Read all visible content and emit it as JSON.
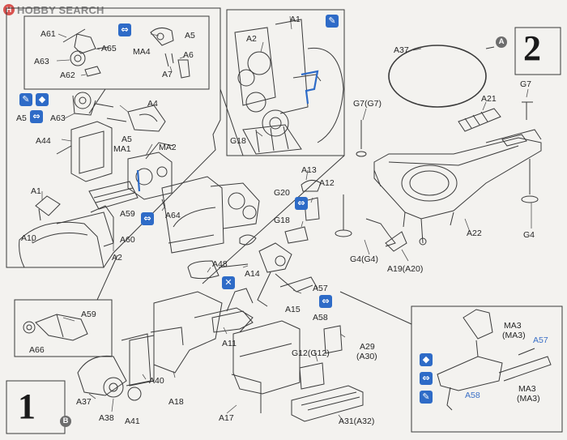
{
  "watermark": {
    "text": "HOBBY SEARCH"
  },
  "steps": {
    "step1": "1",
    "step2": "2",
    "step1_badge": "B",
    "step2_badge": "A"
  },
  "labels": {
    "A61": "A61",
    "A65": "A65",
    "MA4": "MA4",
    "A5_top": "A5",
    "A6": "A6",
    "A7": "A7",
    "A63_top": "A63",
    "A62": "A62",
    "A5_mid": "A5",
    "A63_mid": "A63",
    "A4": "A4",
    "A44": "A44",
    "A5_sub": "A5",
    "MA1": "MA1",
    "MA2": "MA2",
    "A1_left": "A1",
    "A59_mid": "A59",
    "A60": "A60",
    "A64": "A64",
    "A10": "A10",
    "A2_left": "A2",
    "A59_box": "A59",
    "A66": "A66",
    "A1_inset": "A1",
    "A2_inset": "A2",
    "G18_inset": "G18",
    "A13": "A13",
    "G20": "G20",
    "A12": "A12",
    "G18_mid": "G18",
    "A48": "A48",
    "A14": "A14",
    "A57_mid": "A57",
    "A58_mid": "A58",
    "A15": "A15",
    "A11": "A11",
    "A29": "A29",
    "A30": "(A30)",
    "G12": "G12(G12)",
    "A40": "A40",
    "A37_left": "A37",
    "A38": "A38",
    "A41": "A41",
    "A18": "A18",
    "A17": "A17",
    "A31": "A31(A32)",
    "A37_right": "A37",
    "G7_G7": "G7(G7)",
    "G7": "G7",
    "A21": "A21",
    "A22": "A22",
    "G4": "G4",
    "G4_G4": "G4(G4)",
    "A19": "A19(A20)",
    "MA3_top": "MA3",
    "MA3_top_paren": "(MA3)",
    "A57_box": "A57",
    "A58_box": "A58",
    "MA3_bot": "MA3",
    "MA3_bot_paren": "(MA3)"
  },
  "icons": {
    "glue": "glue-icon",
    "paint": "paint-icon",
    "pair": "symmetric-parts-icon",
    "remove": "cut-off-icon"
  },
  "colors": {
    "line": "#3a3a3a",
    "accent_blue": "#2e6bc7",
    "label_blue": "#3a6fc6",
    "background": "#f3f2ef"
  }
}
